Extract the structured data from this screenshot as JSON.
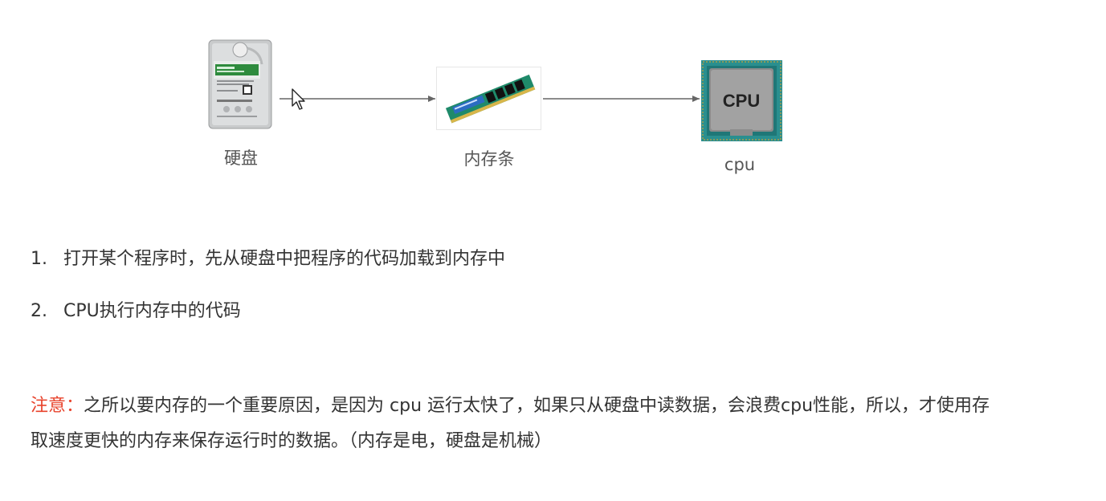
{
  "diagram": {
    "nodes": [
      {
        "id": "hdd",
        "label": "硬盘",
        "icon": "hard-drive-icon"
      },
      {
        "id": "ram",
        "label": "内存条",
        "icon": "ram-stick-icon"
      },
      {
        "id": "cpu",
        "label": "cpu",
        "icon": "cpu-chip-icon",
        "chip_text": "CPU"
      }
    ],
    "edges": [
      {
        "from": "hdd",
        "to": "ram"
      },
      {
        "from": "ram",
        "to": "cpu"
      }
    ],
    "colors": {
      "arrow": "#666666",
      "hdd_label_green": "#2e8b3d",
      "ram_pcb": "#1f8a6a",
      "cpu_substrate": "#2a8f8f",
      "cpu_lid": "#8c8c8c"
    }
  },
  "steps": [
    {
      "num": "1.",
      "text": "打开某个程序时，先从硬盘中把程序的代码加载到内存中"
    },
    {
      "num": "2.",
      "text": "CPU执行内存中的代码"
    }
  ],
  "note": {
    "label": "注意：",
    "text": "之所以要内存的一个重要原因，是因为 cpu 运行太快了，如果只从硬盘中读数据，会浪费cpu性能，所以，才使用存取速度更快的内存来保存运行时的数据。（内存是电，硬盘是机械）",
    "label_color": "#e8432c"
  }
}
